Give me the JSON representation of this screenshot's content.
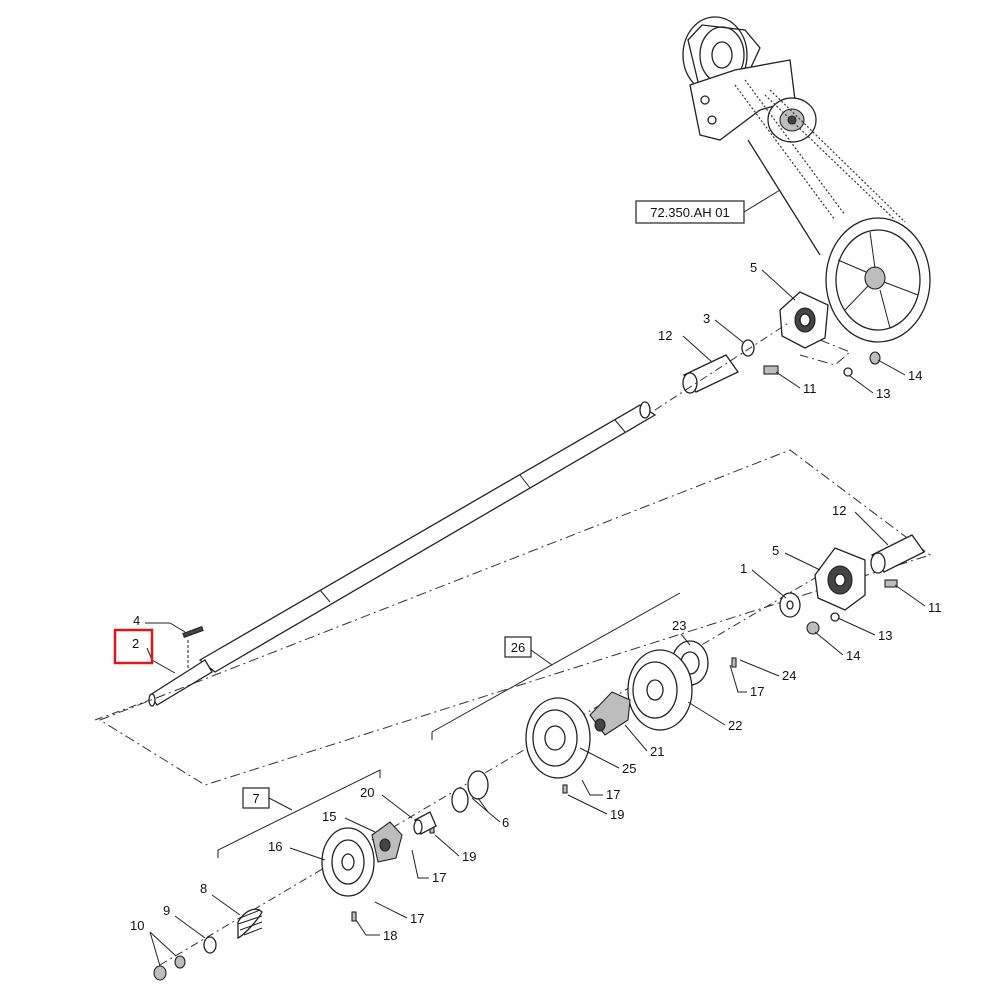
{
  "reference_label": "72.350.AH 01",
  "callouts": {
    "c1": "1",
    "c2": "2",
    "c3": "3",
    "c4": "4",
    "c5a": "5",
    "c5b": "5",
    "c6": "6",
    "c7": "7",
    "c8": "8",
    "c9": "9",
    "c10": "10",
    "c11a": "11",
    "c11b": "11",
    "c12a": "12",
    "c12b": "12",
    "c13a": "13",
    "c13b": "13",
    "c14a": "14",
    "c14b": "14",
    "c15": "15",
    "c16": "16",
    "c17a": "17",
    "c17b": "17",
    "c17c": "17",
    "c17d": "17",
    "c18": "18",
    "c19a": "19",
    "c19b": "19",
    "c20": "20",
    "c21": "21",
    "c22": "22",
    "c23": "23",
    "c24": "24",
    "c25": "25",
    "c26": "26"
  },
  "highlight": {
    "callout": "2",
    "color": "#e0151b"
  }
}
